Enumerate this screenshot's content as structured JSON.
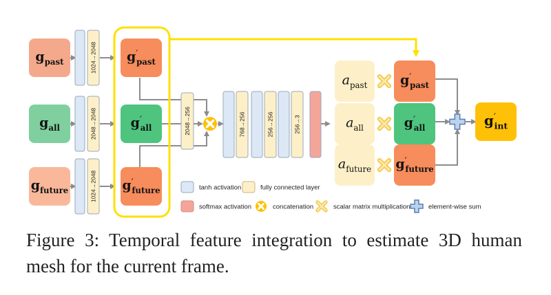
{
  "diagram": {
    "inputs": [
      {
        "id": "past",
        "main": "g",
        "sub": "past",
        "prime": false,
        "color": "#f5a98c"
      },
      {
        "id": "all",
        "main": "g",
        "sub": "all",
        "prime": false,
        "color": "#7fd09e"
      },
      {
        "id": "future",
        "main": "g",
        "sub": "future",
        "prime": false,
        "color": "#f9b89a"
      }
    ],
    "input_fc_labels": [
      "1024→2048",
      "2048→2048",
      "1024→2048"
    ],
    "encoded": [
      {
        "main": "g",
        "sub": "past",
        "prime": true,
        "color": "#f78c5c"
      },
      {
        "main": "g",
        "sub": "all",
        "prime": true,
        "color": "#4ec47e"
      },
      {
        "main": "g",
        "sub": "future",
        "prime": true,
        "color": "#f78c5c"
      }
    ],
    "shared_fc_label": "2048→256",
    "mlp_labels": [
      "768→256",
      "256→256",
      "256→3"
    ],
    "weights": [
      {
        "main": "a",
        "sub": "past"
      },
      {
        "main": "a",
        "sub": "all"
      },
      {
        "main": "a",
        "sub": "future"
      }
    ],
    "weighted": [
      {
        "main": "g",
        "sub": "past",
        "prime": true,
        "color": "#f78c5c"
      },
      {
        "main": "g",
        "sub": "all",
        "prime": true,
        "color": "#4ec47e"
      },
      {
        "main": "g",
        "sub": "future",
        "prime": true,
        "color": "#f78c5c"
      }
    ],
    "output": {
      "main": "g",
      "sub": "int",
      "prime": true,
      "color": "#ffc107"
    },
    "legend": {
      "tanh": "tanh activation",
      "fc": "fully connected layer",
      "softmax": "softmax activation",
      "concat": "concatenation",
      "scalar": "scalar matrix multiplication",
      "sum": "element-wise sum"
    },
    "colors": {
      "tanh": "#dce8f5",
      "fc": "#fdf0c8",
      "softmax": "#f4a59a",
      "concat": "#ffc000",
      "sum": "#bcd3ee",
      "highlight": "#ffe000",
      "arrow": "#8c8c8c"
    }
  },
  "caption": "Figure 3: Temporal feature integration to estimate 3D human mesh for the current frame."
}
